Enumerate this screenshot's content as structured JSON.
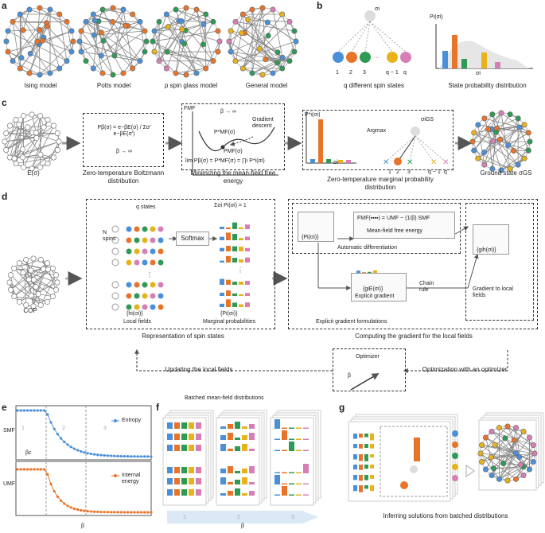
{
  "colors": {
    "blue": "#4a90d9",
    "orange": "#e8742a",
    "green": "#2e9a55",
    "yellow": "#e8b21a",
    "pink": "#d77fb5",
    "red": "#e05a4a",
    "gray": "#9a9a9a"
  },
  "panel_a": {
    "label": "a",
    "models": [
      "Ising model",
      "Potts model",
      "p spin glass model",
      "General model"
    ]
  },
  "panel_b": {
    "label": "b",
    "sigma": "σi",
    "states": [
      "1",
      "2",
      "3",
      "q − 1",
      "q"
    ],
    "dots": "···",
    "caption_left": "q different spin states",
    "prob_axis": "Pi(σi)",
    "prob_x": "σi",
    "caption_right": "State probability distribution"
  },
  "panel_c": {
    "label": "c",
    "energy": "E(σ)",
    "boltz_eq": "Pβ(σ) = e−βE(σ) / Σσ′ e−βE(σ′)",
    "beta_lim": "β → ∞",
    "cap_boltz": "Zero-temperature Boltzmann distribution",
    "f_axis": "FMF",
    "beta_inf": "β → ∞",
    "grad": "Gradient descent",
    "pstar": "P*MF(σ)",
    "pmf": "PMF(σ)",
    "limit_eq": "lim Pβ(σ) = P*MF(σ) = ∏i P*i(σi)",
    "limit_sub": "β→∞",
    "cap_min": "Minimizing the mean-field free energy",
    "marg_axis": "P*i(σi)",
    "marg_x": "σi",
    "argmax": "Argmax",
    "sgs": "σiGS",
    "states": [
      "1",
      "2",
      "3",
      "q − 1",
      "q"
    ],
    "cap_marg": "Zero-temperature marginal probability distribution",
    "cap_gs": "Ground state σGS"
  },
  "panel_d": {
    "label": "d",
    "cop": "COP",
    "n_spins": "N spins",
    "q_states": "q states",
    "softmax": "Softmax",
    "sum_eq": "Σσi Pi(σi) = 1",
    "local_fields": "{hi(σi)}",
    "local_fields_cap": "Local fields",
    "marg": "{Pi(σi)}",
    "marg_cap": "Marginal probabilities",
    "rep_cap": "Representation of spin states",
    "p_set": "{Pi(σi)}",
    "fmf_eq": "FMF(▪▪▪▪) = UMF − (1/β) SMF",
    "mff_cap": "Mean-field free energy",
    "autodiff": "Automatic differentiation",
    "explicit": "{giE(σi)}",
    "explicit_cap": "Explicit gradient",
    "chain": "Chain rule",
    "explicit_form": "Explicit gradient formulations",
    "grad_set": "{gih(σi)}",
    "grad_local": "Gradient to local fields",
    "comp_cap": "Computing the gradient for the local fields",
    "optimizer": "Optimizer",
    "beta": "β",
    "update": "Updating the local fields",
    "opt_cap": "Optimization with an optimizer"
  },
  "panel_e": {
    "label": "e",
    "s_axis": "SMF",
    "u_axis": "UMF",
    "x_axis": "β",
    "beta_c": "βc",
    "phases": [
      "1",
      "2",
      "3"
    ],
    "legend_entropy": "Entropy",
    "legend_energy": "Internal energy"
  },
  "panel_f": {
    "label": "f",
    "title": "Batched mean-field distributions",
    "x_axis": "β",
    "phases": [
      "1",
      "2",
      "3"
    ]
  },
  "panel_g": {
    "label": "g",
    "caption": "Inferring solutions from batched distributions"
  }
}
